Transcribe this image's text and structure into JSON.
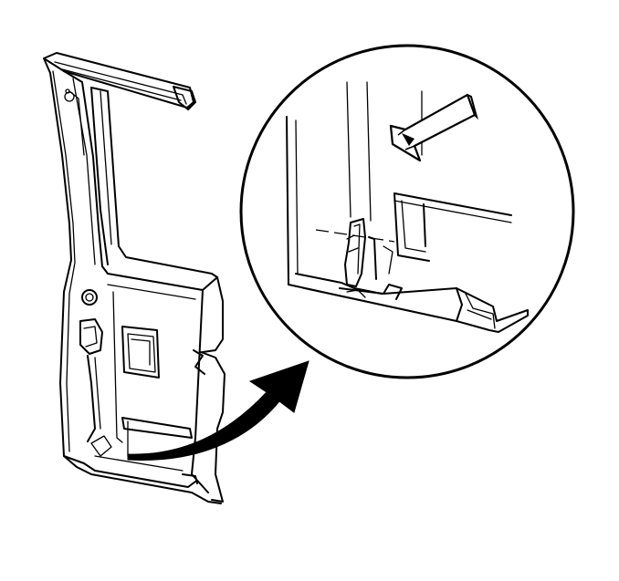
{
  "figure": {
    "background": "#ffffff",
    "line_color": "#000000",
    "parts": [
      "door-frame-panel",
      "detail-callout-circle",
      "callout-arrow",
      "direction-arrow"
    ]
  }
}
